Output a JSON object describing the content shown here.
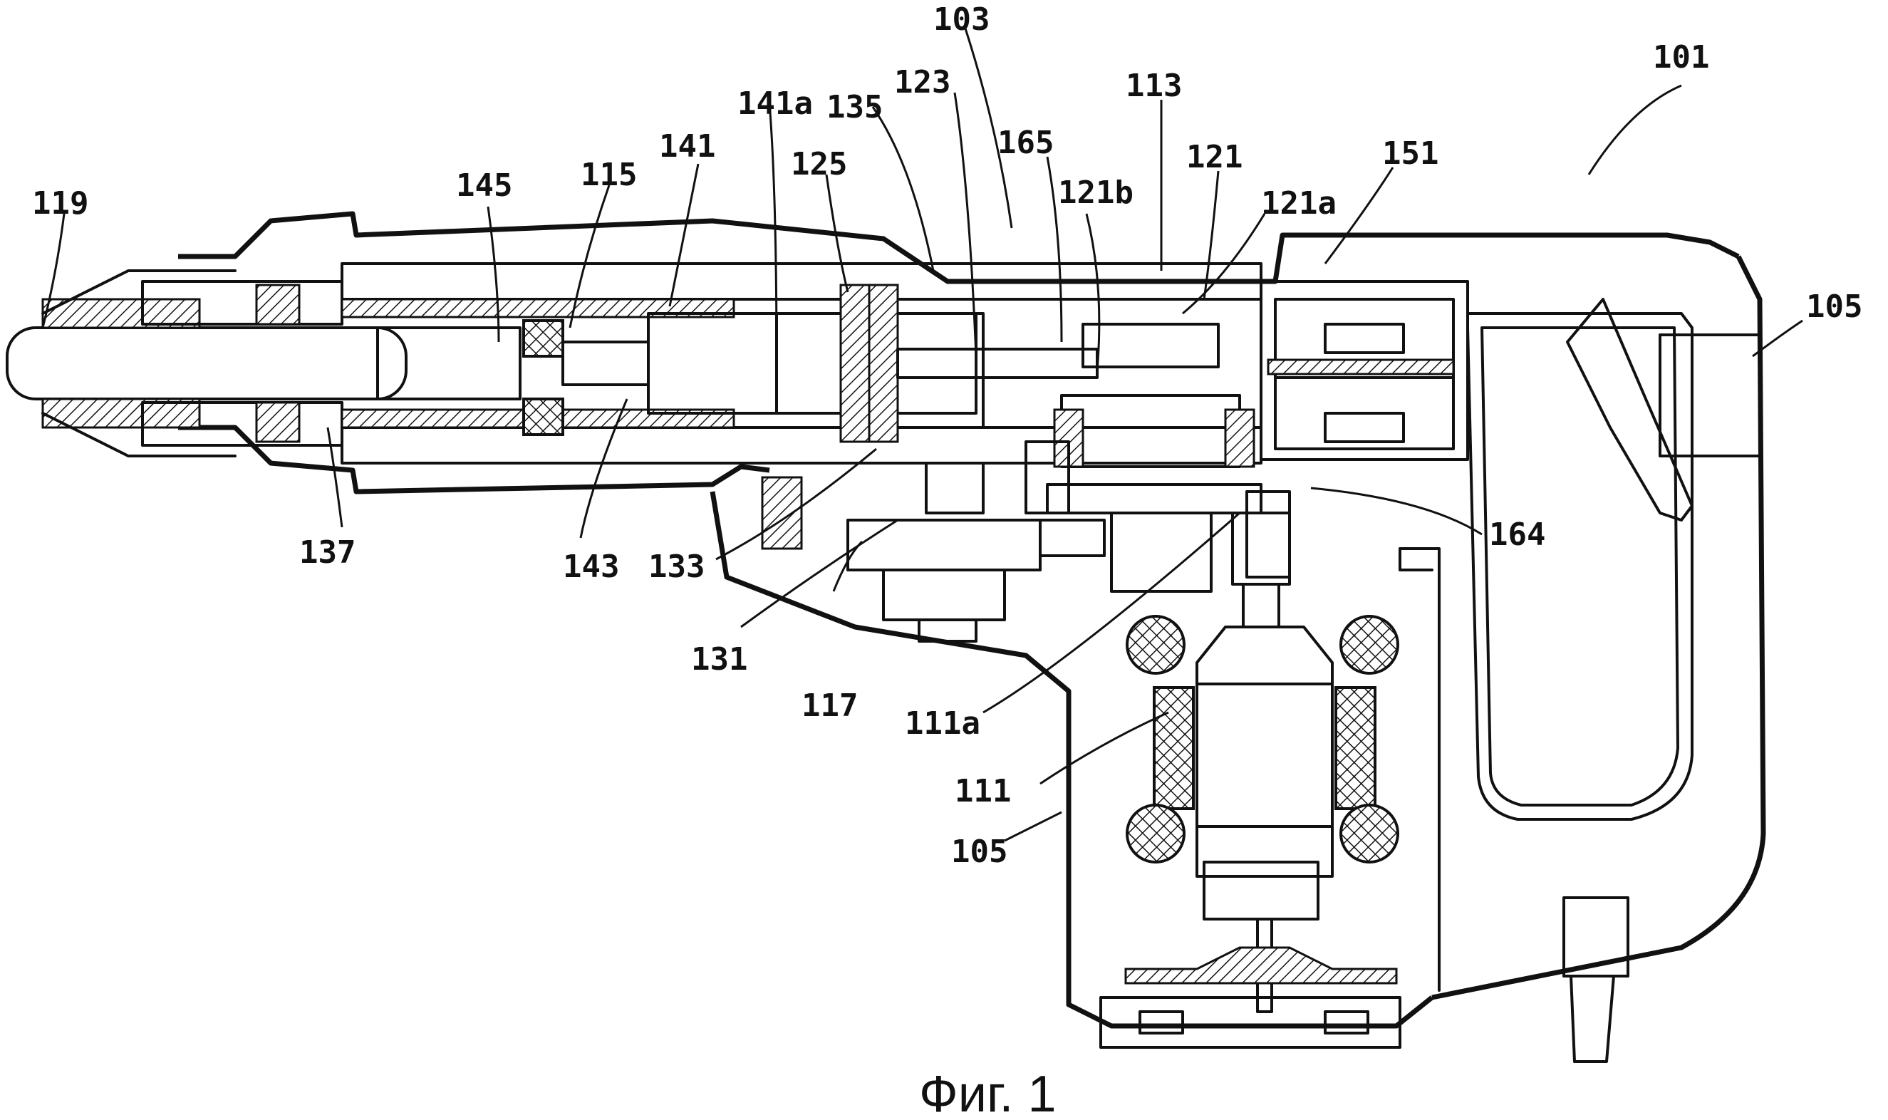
{
  "figure": {
    "caption": "Фиг. 1"
  },
  "references": [
    {
      "id": "r101",
      "text": "101"
    },
    {
      "id": "r103",
      "text": "103"
    },
    {
      "id": "r105a",
      "text": "105"
    },
    {
      "id": "r105b",
      "text": "105"
    },
    {
      "id": "r111",
      "text": "111"
    },
    {
      "id": "r111a",
      "text": "111a"
    },
    {
      "id": "r113",
      "text": "113"
    },
    {
      "id": "r115",
      "text": "115"
    },
    {
      "id": "r117",
      "text": "117"
    },
    {
      "id": "r119",
      "text": "119"
    },
    {
      "id": "r121",
      "text": "121"
    },
    {
      "id": "r121a",
      "text": "121a"
    },
    {
      "id": "r121b",
      "text": "121b"
    },
    {
      "id": "r123",
      "text": "123"
    },
    {
      "id": "r125",
      "text": "125"
    },
    {
      "id": "r131",
      "text": "131"
    },
    {
      "id": "r133",
      "text": "133"
    },
    {
      "id": "r135",
      "text": "135"
    },
    {
      "id": "r137",
      "text": "137"
    },
    {
      "id": "r141",
      "text": "141"
    },
    {
      "id": "r141a",
      "text": "141a"
    },
    {
      "id": "r143",
      "text": "143"
    },
    {
      "id": "r145",
      "text": "145"
    },
    {
      "id": "r151",
      "text": "151"
    },
    {
      "id": "r164",
      "text": "164"
    },
    {
      "id": "r165",
      "text": "165"
    }
  ]
}
